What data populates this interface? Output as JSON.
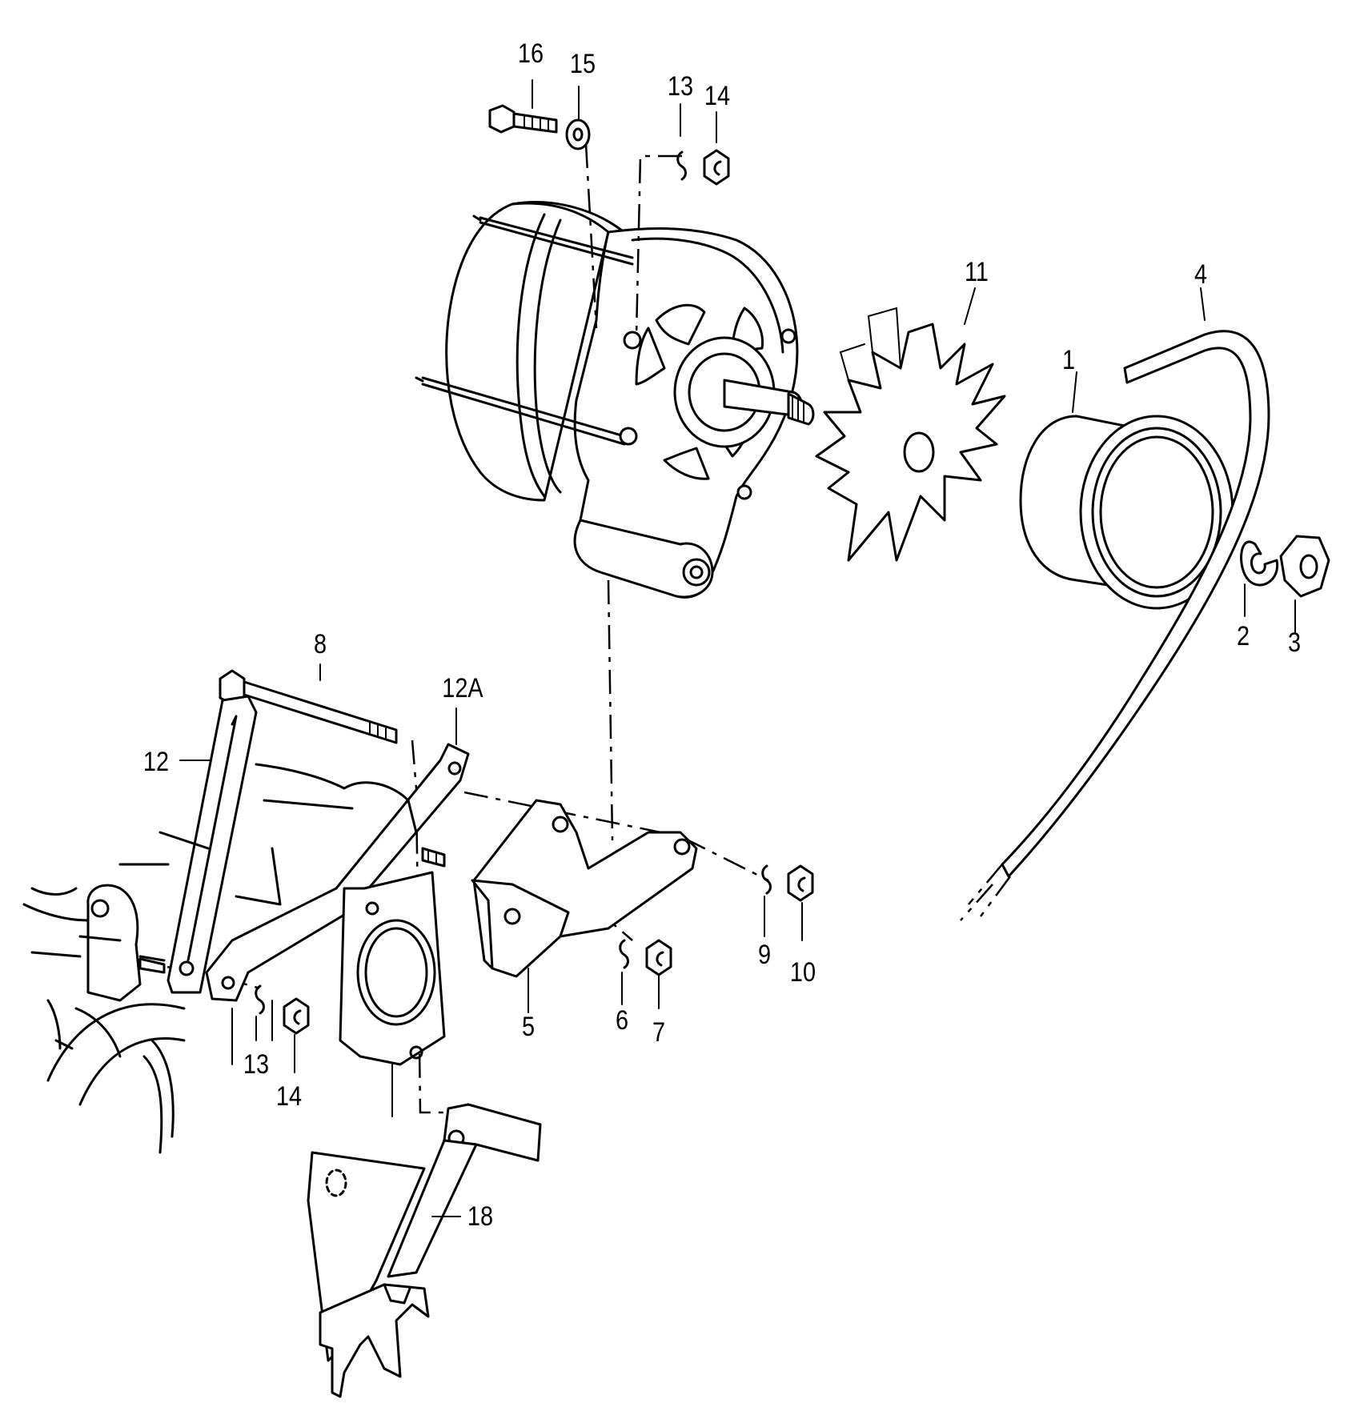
{
  "callouts": [
    {
      "id": "c1",
      "text": "1"
    },
    {
      "id": "c2",
      "text": "2"
    },
    {
      "id": "c3",
      "text": "3"
    },
    {
      "id": "c4",
      "text": "4"
    },
    {
      "id": "c5",
      "text": "5"
    },
    {
      "id": "c6",
      "text": "6"
    },
    {
      "id": "c7",
      "text": "7"
    },
    {
      "id": "c8",
      "text": "8"
    },
    {
      "id": "c9",
      "text": "9"
    },
    {
      "id": "c10",
      "text": "10"
    },
    {
      "id": "c11",
      "text": "11"
    },
    {
      "id": "c12",
      "text": "12"
    },
    {
      "id": "c12a",
      "text": "12A"
    },
    {
      "id": "c13a",
      "text": "13"
    },
    {
      "id": "c14a",
      "text": "14"
    },
    {
      "id": "c13b",
      "text": "13"
    },
    {
      "id": "c14b",
      "text": "14"
    },
    {
      "id": "c15",
      "text": "15"
    },
    {
      "id": "c16",
      "text": "16"
    },
    {
      "id": "c18",
      "text": "18"
    }
  ]
}
